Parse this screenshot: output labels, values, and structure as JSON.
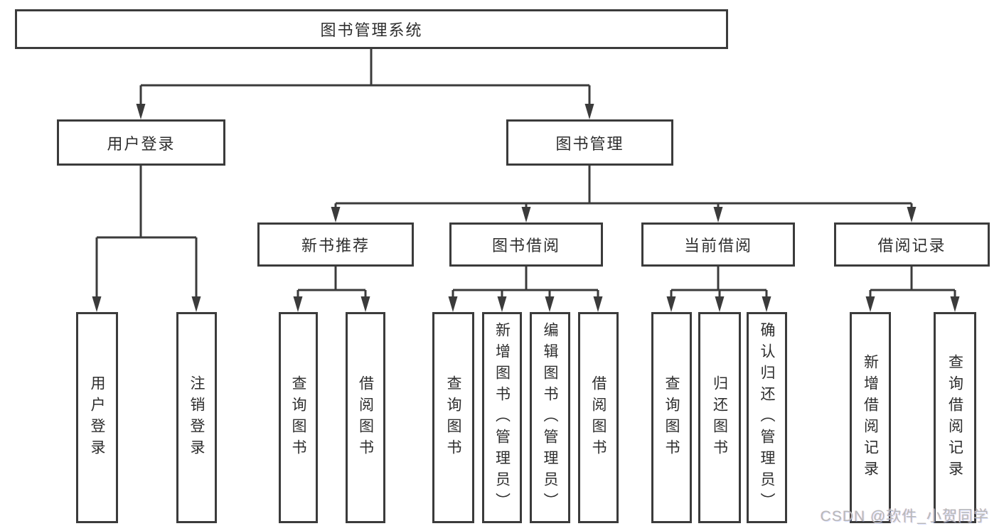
{
  "diagram": {
    "root": {
      "label": "图书管理系统"
    },
    "level2": [
      {
        "label": "用户登录"
      },
      {
        "label": "图书管理"
      }
    ],
    "level3": [
      {
        "label": "新书推荐"
      },
      {
        "label": "图书借阅"
      },
      {
        "label": "当前借阅"
      },
      {
        "label": "借阅记录"
      }
    ],
    "leaves": [
      {
        "label": "用户登录"
      },
      {
        "label": "注销登录"
      },
      {
        "label": "查询图书"
      },
      {
        "label": "借阅图书"
      },
      {
        "label": "查询图书"
      },
      {
        "label": "新增图书（管理员）"
      },
      {
        "label": "编辑图书（管理员）"
      },
      {
        "label": "借阅图书"
      },
      {
        "label": "查询图书"
      },
      {
        "label": "归还图书"
      },
      {
        "label": "确认归还（管理员）"
      },
      {
        "label": "新增借阅记录"
      },
      {
        "label": "查询借阅记录"
      }
    ]
  },
  "watermark": "CSDN @软件_小贺同学",
  "colors": {
    "line": "#3b3b3b",
    "text": "#2e2e2e",
    "watermark": "#b8b8b8",
    "background": "#ffffff"
  }
}
